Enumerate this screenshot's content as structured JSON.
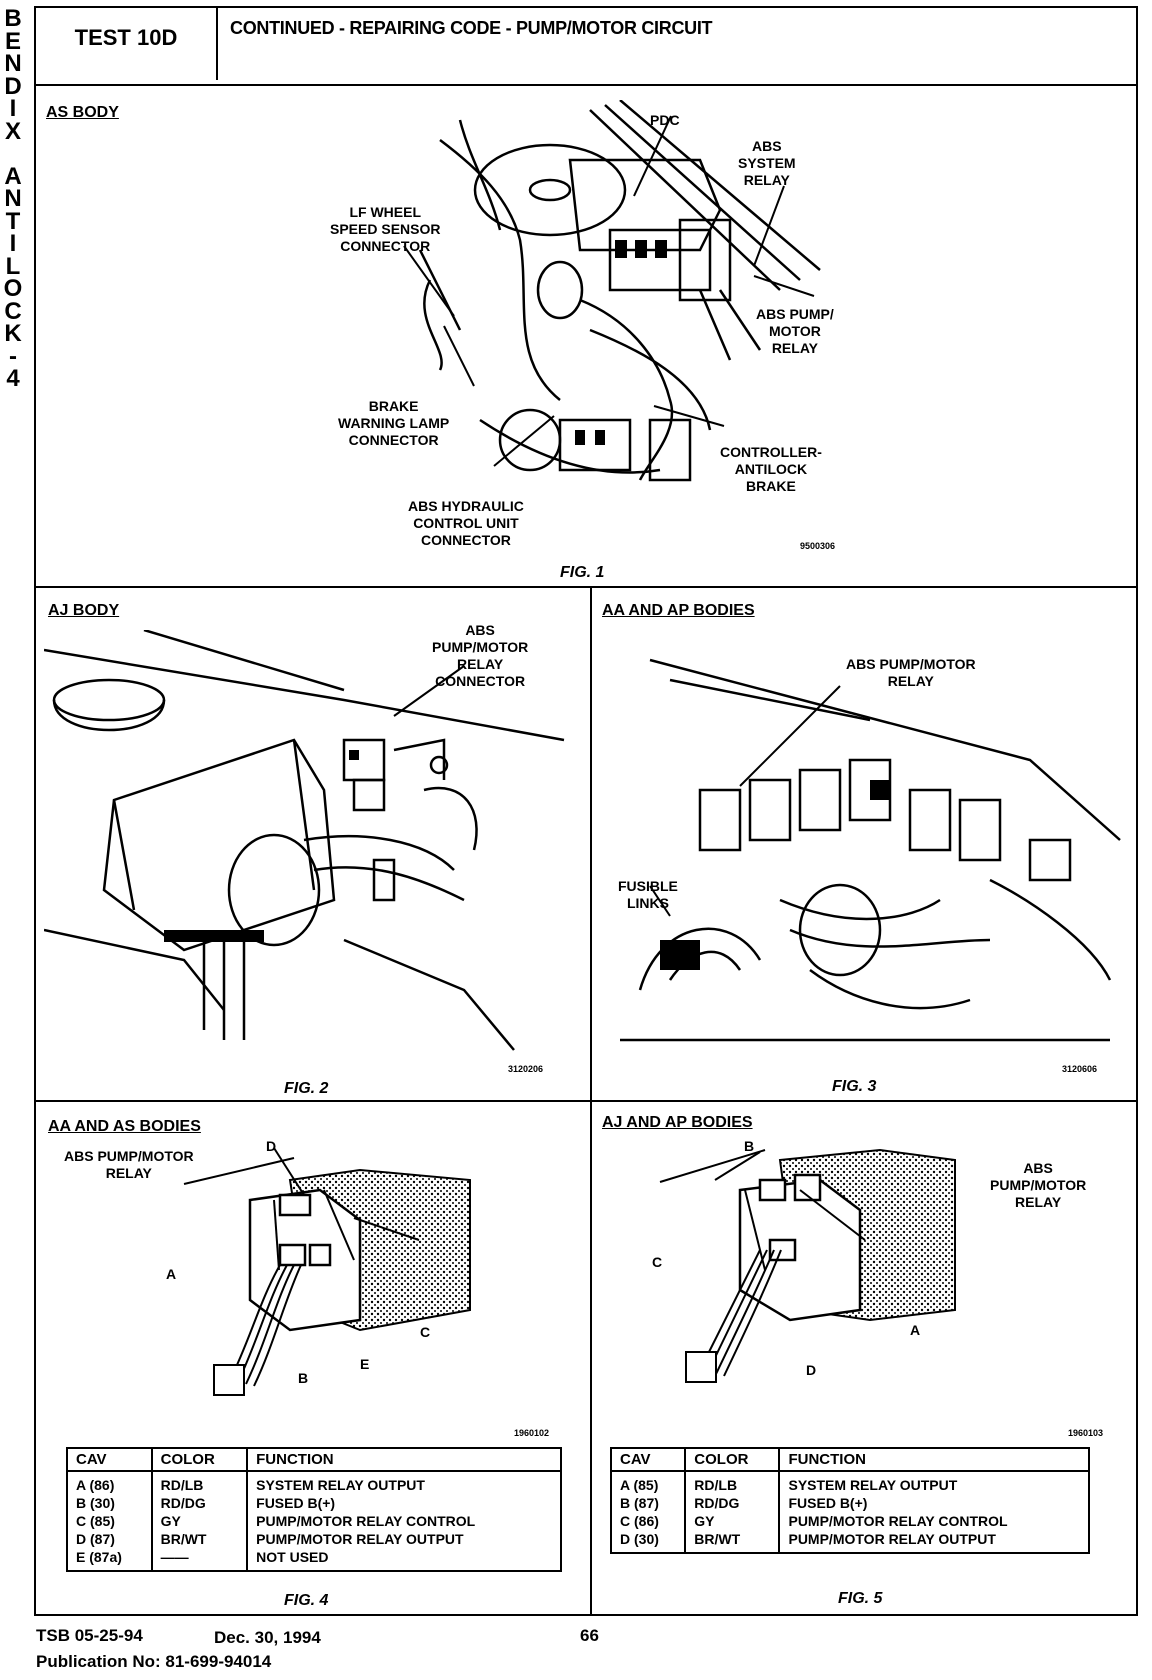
{
  "sidebar_letters": [
    "B",
    "E",
    "N",
    "D",
    "I",
    "X",
    " ",
    "A",
    "N",
    "T",
    "I",
    "L",
    "O",
    "C",
    "K",
    "-",
    "4"
  ],
  "header": {
    "test": "TEST 10D",
    "title": "CONTINUED - REPAIRING CODE - PUMP/MOTOR CIRCUIT"
  },
  "fig1": {
    "section": "AS BODY",
    "labels": {
      "pdc": "PDC",
      "abs_system_relay": "ABS\nSYSTEM\nRELAY",
      "lf_wheel": "LF WHEEL\nSPEED SENSOR\nCONNECTOR",
      "abs_pump_motor_relay": "ABS PUMP/\nMOTOR\nRELAY",
      "brake_warning": "BRAKE\nWARNING LAMP\nCONNECTOR",
      "controller": "CONTROLLER-\nANTILOCK\nBRAKE",
      "hydraulic": "ABS HYDRAULIC\nCONTROL UNIT\nCONNECTOR"
    },
    "code": "9500306",
    "caption": "FIG. 1"
  },
  "fig2": {
    "section": "AJ BODY",
    "label": "ABS\nPUMP/MOTOR\nRELAY\nCONNECTOR",
    "code": "3120206",
    "caption": "FIG. 2"
  },
  "fig3": {
    "section": "AA AND AP BODIES",
    "label_relay": "ABS PUMP/MOTOR\nRELAY",
    "label_fusible": "FUSIBLE\nLINKS",
    "code": "3120606",
    "caption": "FIG. 3"
  },
  "fig4": {
    "section": "AA AND AS BODIES",
    "label_relay": "ABS PUMP/MOTOR\nRELAY",
    "pins": {
      "d": "D",
      "a": "A",
      "c": "C",
      "b": "B",
      "e": "E"
    },
    "code": "1960102",
    "table": {
      "headers": [
        "CAV",
        "COLOR",
        "FUNCTION"
      ],
      "rows": [
        [
          "A (86)",
          "RD/LB",
          "SYSTEM RELAY OUTPUT"
        ],
        [
          "B (30)",
          "RD/DG",
          "FUSED B(+)"
        ],
        [
          "C (85)",
          "GY",
          "PUMP/MOTOR RELAY CONTROL"
        ],
        [
          "D (87)",
          "BR/WT",
          "PUMP/MOTOR RELAY OUTPUT"
        ],
        [
          "E (87a)",
          "——",
          "NOT USED"
        ]
      ]
    },
    "caption": "FIG. 4"
  },
  "fig5": {
    "section": "AJ AND AP BODIES",
    "label_relay": "ABS\nPUMP/MOTOR\nRELAY",
    "pins": {
      "b": "B",
      "c": "C",
      "a": "A",
      "d": "D"
    },
    "code": "1960103",
    "table": {
      "headers": [
        "CAV",
        "COLOR",
        "FUNCTION"
      ],
      "rows": [
        [
          "A (85)",
          "RD/LB",
          "SYSTEM RELAY OUTPUT"
        ],
        [
          "B (87)",
          "RD/DG",
          "FUSED B(+)"
        ],
        [
          "C (86)",
          "GY",
          "PUMP/MOTOR RELAY CONTROL"
        ],
        [
          "D (30)",
          "BR/WT",
          "PUMP/MOTOR RELAY OUTPUT"
        ]
      ]
    },
    "caption": "FIG. 5"
  },
  "footer": {
    "tsb": "TSB 05-25-94",
    "date": "Dec. 30, 1994",
    "page": "66",
    "publication": "Publication No:  81-699-94014"
  }
}
